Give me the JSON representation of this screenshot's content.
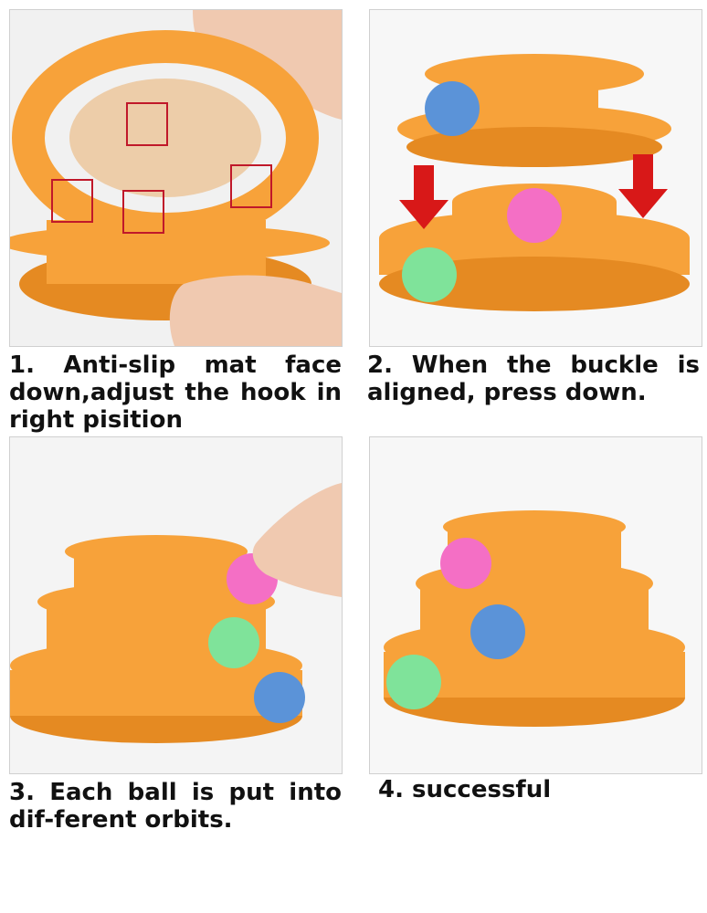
{
  "steps": [
    {
      "caption": "1. Anti-slip mat face down,adjust the hook in right pisition"
    },
    {
      "caption": "2. When the buckle is aligned, press down."
    },
    {
      "caption": "3. Each ball is put into dif-ferent orbits."
    },
    {
      "caption": "4. successful"
    }
  ],
  "colors": {
    "toy_orange": "#f7a23a",
    "toy_dark": "#e58a22",
    "ball_blue": "#5b93d8",
    "ball_pink": "#f46fc5",
    "ball_green": "#7fe39a",
    "arrow_red": "#d81818",
    "highlight_box": "#c0182a"
  },
  "icons": [
    "down-arrow-icon",
    "highlight-box-icon"
  ]
}
